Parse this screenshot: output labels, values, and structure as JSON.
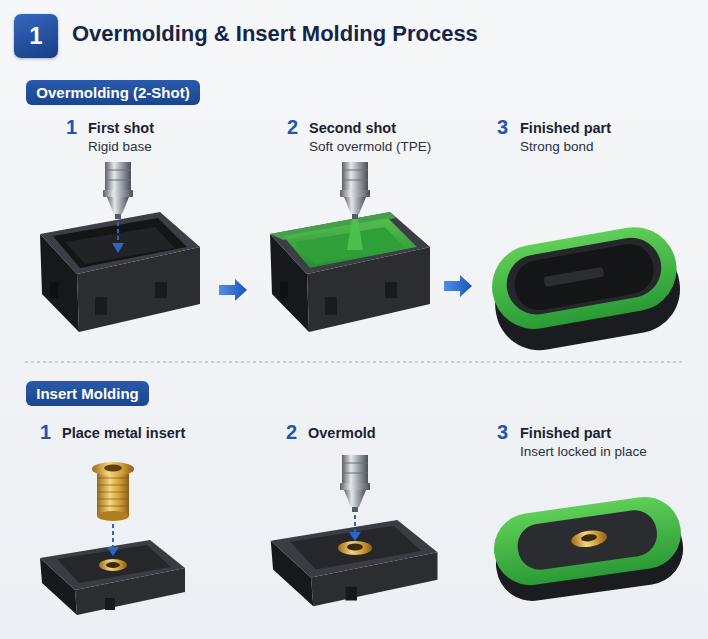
{
  "diagram": {
    "title": "Overmolding & Insert Molding Process",
    "nodes": [
      {
        "text": [
          "1"
        ]
      },
      {
        "text": [
          "Overmolding (2-Shot)"
        ]
      },
      {
        "text": [
          "Insert Molding"
        ]
      }
    ],
    "labels": [
      "1",
      "First shot",
      "Rigid base",
      "2",
      "Second shot",
      "Soft overmold (TPE)",
      "3",
      "Finished part",
      "Strong bond",
      "1",
      "Place metal insert",
      "2",
      "Overmold",
      "3",
      "Finished part",
      "Insert locked in place"
    ]
  }
}
